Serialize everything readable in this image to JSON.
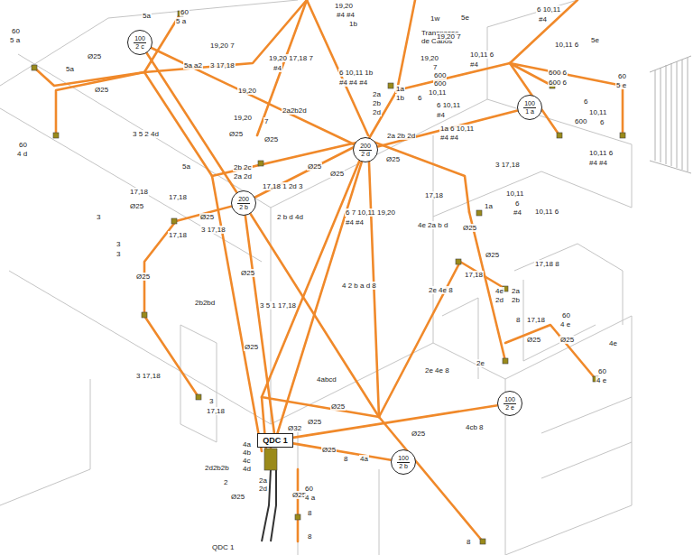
{
  "diagram": {
    "nodes": [
      {
        "text": [
          "100",
          "2 c"
        ]
      },
      {
        "text": [
          "200",
          "2 d"
        ]
      },
      {
        "text": [
          "200",
          "2 b"
        ]
      },
      {
        "text": [
          "100",
          "1 a"
        ]
      },
      {
        "text": [
          "100",
          "2 e"
        ]
      },
      {
        "text": [
          "100",
          "2 b"
        ]
      },
      {
        "text": [
          "QDC 1"
        ]
      }
    ],
    "edges": [
      {
        "from": 6,
        "to": 2,
        "arrow": "none"
      },
      {
        "from": 6,
        "to": 1,
        "arrow": "none"
      },
      {
        "from": 6,
        "to": 5,
        "arrow": "none"
      },
      {
        "from": 6,
        "to": 4,
        "arrow": "none"
      },
      {
        "from": 1,
        "to": 0,
        "arrow": "none"
      },
      {
        "from": 1,
        "to": 3,
        "arrow": "none"
      },
      {
        "from": 2,
        "to": 0,
        "arrow": "none"
      }
    ],
    "labels": [
      "5a",
      "60",
      "5 a",
      "60",
      "5 a",
      "Ø25",
      "5a",
      "Ø25",
      "60",
      "4 d",
      "5a a2",
      "3 17,18",
      "19,20 7",
      "19,20 17,18 7",
      "#4",
      "19,20",
      "#4 #4",
      "1b",
      "1w",
      "Transpasse de Cabos",
      "19,20 7",
      "5e",
      "19,20",
      "7",
      "600",
      "600",
      "10,11",
      "6 10,11 1b",
      "#4 #4 #4",
      "1a",
      "1b",
      "2a",
      "2b",
      "2d",
      "6",
      "10,11 6",
      "#4",
      "6 10,11",
      "#4",
      "10,11 6",
      "5e",
      "600 6",
      "600 6",
      "60",
      "5 e",
      "6",
      "10,11",
      "6",
      "600",
      "10,11 6",
      "#4 #4",
      "6 10,11",
      "#4",
      "1a 6 10,11",
      "#4 #4",
      "2a 2b 2d",
      "19,20",
      "19,20",
      "7",
      "Ø25",
      "Ø25",
      "2a2b2d",
      "3 5 2 4d",
      "5a",
      "2b 2c",
      "2a 2d",
      "17,18 1 2d 3",
      "Ø25",
      "Ø25",
      "Ø25",
      "3 17,18",
      "17,18",
      "1a",
      "10,11",
      "6",
      "#4",
      "10,11 6",
      "17,18",
      "Ø25",
      "17,18",
      "17,18",
      "3",
      "3",
      "3",
      "3 17,18",
      "Ø25",
      "Ø25",
      "Ø25",
      "Ø25",
      "6 7 10,11 19,20",
      "#4 #4",
      "2 b d 4d",
      "4e 2a b d",
      "Ø25",
      "Ø25",
      "17,18 8",
      "4 2 b a d 8",
      "2e 4e 8",
      "2b2bd",
      "3 5 1 17,18",
      "4e",
      "2d",
      "2a",
      "2b",
      "17,18",
      "8",
      "17,18",
      "60",
      "4 e",
      "4e",
      "60",
      "4 e",
      "Ø25",
      "Ø25",
      "3 17,18",
      "3",
      "17,18",
      "2e 4e 8",
      "2e",
      "4abcd",
      "Ø25",
      "Ø25",
      "Ø25",
      "Ø32",
      "4cb 8",
      "4a",
      "4b",
      "4c",
      "4d",
      "2d2b2b",
      "2",
      "2a",
      "2d",
      "Ø25",
      "Ø25",
      "8",
      "4a",
      "60",
      "4 a",
      "8",
      "8",
      "8",
      "QDC 1",
      "Ø25"
    ]
  }
}
